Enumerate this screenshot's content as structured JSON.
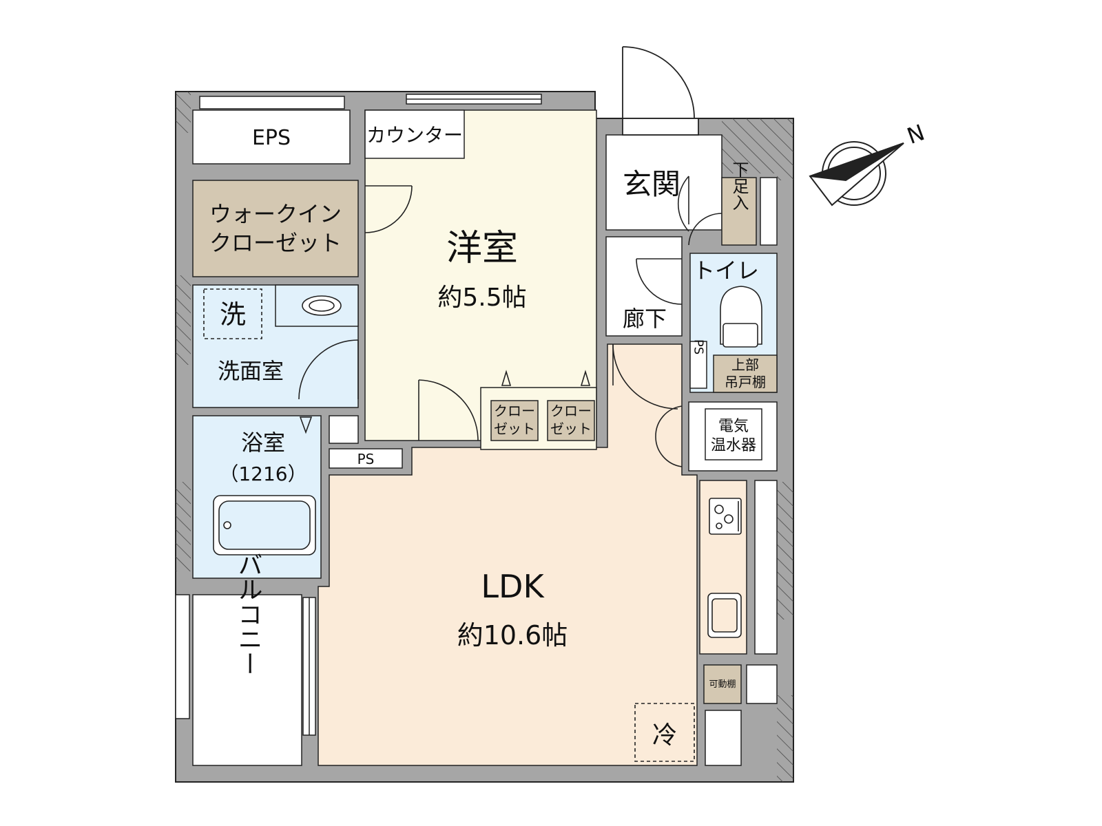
{
  "rooms": {
    "eps": "EPS",
    "counter": "カウンター",
    "wic_line1": "ウォークイン",
    "wic_line2": "クローゼット",
    "western_name": "洋室",
    "western_area": "約5.5帖",
    "entrance": "玄関",
    "shoe_closet": "下足入",
    "toilet": "トイレ",
    "hallway": "廊下",
    "ps_small": "PS",
    "upper_shelf_line1": "上部",
    "upper_shelf_line2": "吊戸棚",
    "washer": "洗",
    "washroom": "洗面室",
    "closet1_line1": "クロー",
    "closet1_line2": "ゼット",
    "closet2_line1": "クロー",
    "closet2_line2": "ゼット",
    "bath_name": "浴室",
    "bath_size": "（1216）",
    "ps": "PS",
    "water_heater_line1": "電気",
    "water_heater_line2": "温水器",
    "ldk_name": "LDK",
    "ldk_area": "約10.6帖",
    "balcony": "バルコニー",
    "movable_shelf": "可動棚",
    "fridge": "冷",
    "compass_n": "N"
  },
  "colors": {
    "wall": "#a6a6a6",
    "western_floor": "#fcf9e6",
    "ldk_floor": "#fbebd9",
    "wet_area": "#e1f1fb",
    "closet": "#d4c8b2",
    "white": "#ffffff",
    "line": "#222222"
  }
}
